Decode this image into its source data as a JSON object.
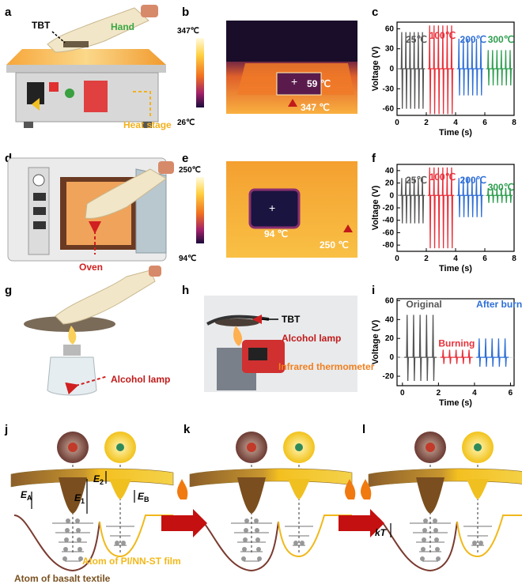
{
  "panels": {
    "a": {
      "letter": "a",
      "tbt": "TBT",
      "hand": "Hand",
      "heat_stage": "Heat stage"
    },
    "b": {
      "letter": "b",
      "scale_max": "347℃",
      "scale_min": "26℃",
      "spot_low": "59 ℃",
      "spot_high": "347 ℃"
    },
    "c": {
      "letter": "c"
    },
    "d": {
      "letter": "d",
      "oven": "Oven"
    },
    "e": {
      "letter": "e",
      "scale_max": "250℃",
      "scale_min": "94℃",
      "spot_low": "94 ℃",
      "spot_high": "250 ℃"
    },
    "f": {
      "letter": "f"
    },
    "g": {
      "letter": "g",
      "lamp": "Alcohol lamp"
    },
    "h": {
      "letter": "h",
      "tbt": "TBT",
      "lamp": "Alcohol lamp",
      "thermo": "Infrared thermometer"
    },
    "i": {
      "letter": "i"
    },
    "j": {
      "letter": "j",
      "e_a": "E",
      "e_a_sub": "A",
      "e_1": "E",
      "e_1_sub": "1",
      "e_2": "E",
      "e_2_sub": "2",
      "e_b": "E",
      "e_b_sub": "B"
    },
    "k": {
      "letter": "k"
    },
    "l": {
      "letter": "l",
      "kt": "kT"
    },
    "bottom": {
      "atom_pi": "Atom of PI/NN-ST film",
      "atom_basalt": "Atom of basalt textile"
    }
  },
  "chart_data": [
    {
      "panel": "c",
      "type": "line",
      "xlabel": "Time (s)",
      "ylabel": "Voltage (V)",
      "xlim": [
        0,
        8
      ],
      "ylim": [
        -70,
        70
      ],
      "xticks": [
        "0",
        "2",
        "4",
        "6",
        "8"
      ],
      "yticks": [
        "60",
        "30",
        "0",
        "-30",
        "-60"
      ],
      "series": [
        {
          "name": "25℃",
          "color": "#555555",
          "x_start": 0.2,
          "x_end": 1.9,
          "peaks": 6,
          "max": 55,
          "min": -60
        },
        {
          "name": "100℃",
          "color": "#e8303a",
          "x_start": 2.1,
          "x_end": 3.9,
          "peaks": 6,
          "max": 65,
          "min": -68
        },
        {
          "name": "200℃",
          "color": "#2f6fd6",
          "x_start": 4.1,
          "x_end": 5.9,
          "peaks": 6,
          "max": 45,
          "min": -40
        },
        {
          "name": "300℃",
          "color": "#2e9e4f",
          "x_start": 6.1,
          "x_end": 7.9,
          "peaks": 6,
          "max": 28,
          "min": -25
        }
      ]
    },
    {
      "panel": "f",
      "type": "line",
      "xlabel": "Time (s)",
      "ylabel": "Voltage (V)",
      "xlim": [
        0,
        8
      ],
      "ylim": [
        -90,
        50
      ],
      "xticks": [
        "0",
        "2",
        "4",
        "6",
        "8"
      ],
      "yticks": [
        "40",
        "20",
        "0",
        "-20",
        "-40",
        "-60",
        "-80"
      ],
      "series": [
        {
          "name": "25℃",
          "color": "#555555",
          "x_start": 0.2,
          "x_end": 1.9,
          "peaks": 6,
          "max": 28,
          "min": -45
        },
        {
          "name": "100℃",
          "color": "#e8303a",
          "x_start": 2.1,
          "x_end": 3.9,
          "peaks": 6,
          "max": 45,
          "min": -85
        },
        {
          "name": "200℃",
          "color": "#2f6fd6",
          "x_start": 4.1,
          "x_end": 5.9,
          "peaks": 6,
          "max": 28,
          "min": -35
        },
        {
          "name": "300℃",
          "color": "#2e9e4f",
          "x_start": 6.1,
          "x_end": 7.9,
          "peaks": 6,
          "max": 12,
          "min": -12
        }
      ]
    },
    {
      "panel": "i",
      "type": "line",
      "xlabel": "Time (s)",
      "ylabel": "Voltage (V)",
      "xlim": [
        -0.3,
        6.2
      ],
      "ylim": [
        -30,
        62
      ],
      "xticks": [
        "0",
        "2",
        "4",
        "6"
      ],
      "yticks": [
        "60",
        "40",
        "20",
        "0",
        "-20"
      ],
      "series": [
        {
          "name": "Original",
          "color": "#555555",
          "x_start": 0.1,
          "x_end": 1.9,
          "peaks": 5,
          "max": 45,
          "min": -25
        },
        {
          "name": "Burning",
          "color": "#e8303a",
          "x_start": 2.1,
          "x_end": 3.9,
          "peaks": 5,
          "max": 8,
          "min": -7
        },
        {
          "name": "After burning",
          "color": "#2f6fd6",
          "x_start": 4.1,
          "x_end": 5.9,
          "peaks": 5,
          "max": 20,
          "min": -10
        }
      ]
    }
  ]
}
